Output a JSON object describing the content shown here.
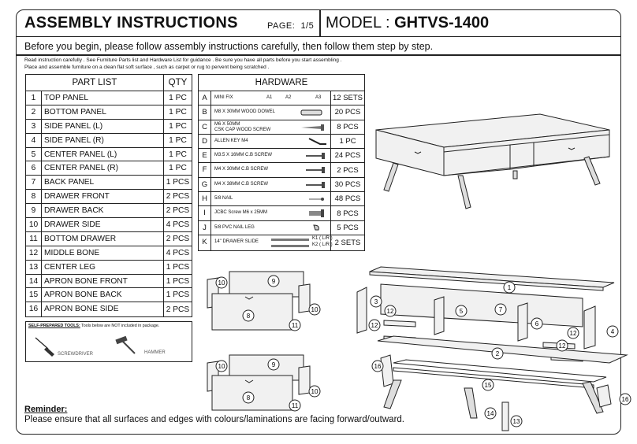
{
  "header": {
    "title": "ASSEMBLY INSTRUCTIONS",
    "page_label": "PAGE:",
    "page_value": "1/5",
    "model_label": "MODEL :",
    "model_value": "GHTVS-1400"
  },
  "subheading": "Before you begin, please follow assembly instructions carefully, then follow them step by step.",
  "notes": [
    "Read instruction carefully . See Furniture Parts list and Hardware List for guidance . Be sure you have all parts before you start assembling .",
    "Place and assemble furniture on a clean flat soft surface , such as carpet or rug to pervent being scratched ."
  ],
  "part_list": {
    "header_name": "PART LIST",
    "header_qty": "QTY",
    "rows": [
      {
        "no": "1",
        "name": "TOP PANEL",
        "qty": "1 PC"
      },
      {
        "no": "2",
        "name": "BOTTOM PANEL",
        "qty": "1 PC"
      },
      {
        "no": "3",
        "name": "SIDE PANEL (L)",
        "qty": "1 PC"
      },
      {
        "no": "4",
        "name": "SIDE PANEL (R)",
        "qty": "1 PC"
      },
      {
        "no": "5",
        "name": "CENTER PANEL (L)",
        "qty": "1 PC"
      },
      {
        "no": "6",
        "name": "CENTER PANEL (R)",
        "qty": "1 PC"
      },
      {
        "no": "7",
        "name": "BACK PANEL",
        "qty": "1 PCS"
      },
      {
        "no": "8",
        "name": "DRAWER FRONT",
        "qty": "2 PCS"
      },
      {
        "no": "9",
        "name": "DRAWER BACK",
        "qty": "2 PCS"
      },
      {
        "no": "10",
        "name": "DRAWER SIDE",
        "qty": "4 PCS"
      },
      {
        "no": "11",
        "name": "BOTTOM DRAWER",
        "qty": "2 PCS"
      },
      {
        "no": "12",
        "name": "MIDDLE BONE",
        "qty": "4 PCS"
      },
      {
        "no": "13",
        "name": "CENTER LEG",
        "qty": "1 PCS"
      },
      {
        "no": "14",
        "name": "APRON BONE FRONT",
        "qty": "1 PCS"
      },
      {
        "no": "15",
        "name": "APRON BONE BACK",
        "qty": "1 PCS"
      },
      {
        "no": "16",
        "name": "APRON BONE SIDE",
        "qty": "2 PCS"
      }
    ]
  },
  "hardware": {
    "header": "HARDWARE",
    "rows": [
      {
        "letter": "A",
        "desc": "MINI FIX",
        "sub": [
          "A1",
          "A2",
          "A3"
        ],
        "qty": "12 SETS",
        "icon": "mini-fix-icon"
      },
      {
        "letter": "B",
        "desc": "M8 X 30MM WOOD DOWEL",
        "qty": "20 PCS",
        "icon": "wood-dowel-icon"
      },
      {
        "letter": "C",
        "desc": "M6 X 50MM",
        "desc2": "CSK CAP WOOD SCREW",
        "qty": "8 PCS",
        "icon": "wood-screw-icon"
      },
      {
        "letter": "D",
        "desc": "ALLEN KEY M4",
        "qty": "1 PC",
        "icon": "allen-key-icon"
      },
      {
        "letter": "E",
        "desc": "M3.5 X 16MM C.B SCREW",
        "qty": "24 PCS",
        "icon": "screw-icon"
      },
      {
        "letter": "F",
        "desc": "M4 X 30MM C.B SCREW",
        "qty": "2 PCS",
        "icon": "screw-icon"
      },
      {
        "letter": "G",
        "desc": "M4 X 38MM C.B SCREW",
        "qty": "30 PCS",
        "icon": "screw-icon"
      },
      {
        "letter": "H",
        "desc": "5/8 NAIL",
        "qty": "48 PCS",
        "icon": "nail-icon"
      },
      {
        "letter": "I",
        "desc": "JCBC Screw M6 x 25MM",
        "qty": "8 PCS",
        "icon": "bolt-icon"
      },
      {
        "letter": "J",
        "desc": "5/8 PVC NAIL LEG",
        "qty": "5 PCS",
        "icon": "nail-leg-icon"
      },
      {
        "letter": "K",
        "desc": "14\" DRAWER SLIDE",
        "sub": [
          "K1 ( L/R )",
          "K2 ( L/R )"
        ],
        "qty": "2 SETS",
        "icon": "drawer-slide-icon"
      }
    ]
  },
  "tools": {
    "title": "SELF-PREPARED TOOLS:",
    "note": "Tools below are NOT included in package.",
    "items": [
      {
        "label": "SCREWDRIVER",
        "icon": "screwdriver-icon"
      },
      {
        "label": "HAMMER",
        "icon": "hammer-icon"
      }
    ]
  },
  "diagram_callouts": {
    "drawer_top": [
      "10",
      "9",
      "8",
      "10",
      "11"
    ],
    "drawer_bottom": [
      "10",
      "9",
      "8",
      "10",
      "11"
    ],
    "exploded": [
      "1",
      "3",
      "12",
      "5",
      "7",
      "6",
      "4",
      "12",
      "12",
      "12",
      "2",
      "16",
      "15",
      "16",
      "14",
      "13"
    ]
  },
  "reminder": {
    "title": "Reminder:",
    "text": "Please ensure that all surfaces and edges with colours/laminations are facing forward/outward."
  }
}
